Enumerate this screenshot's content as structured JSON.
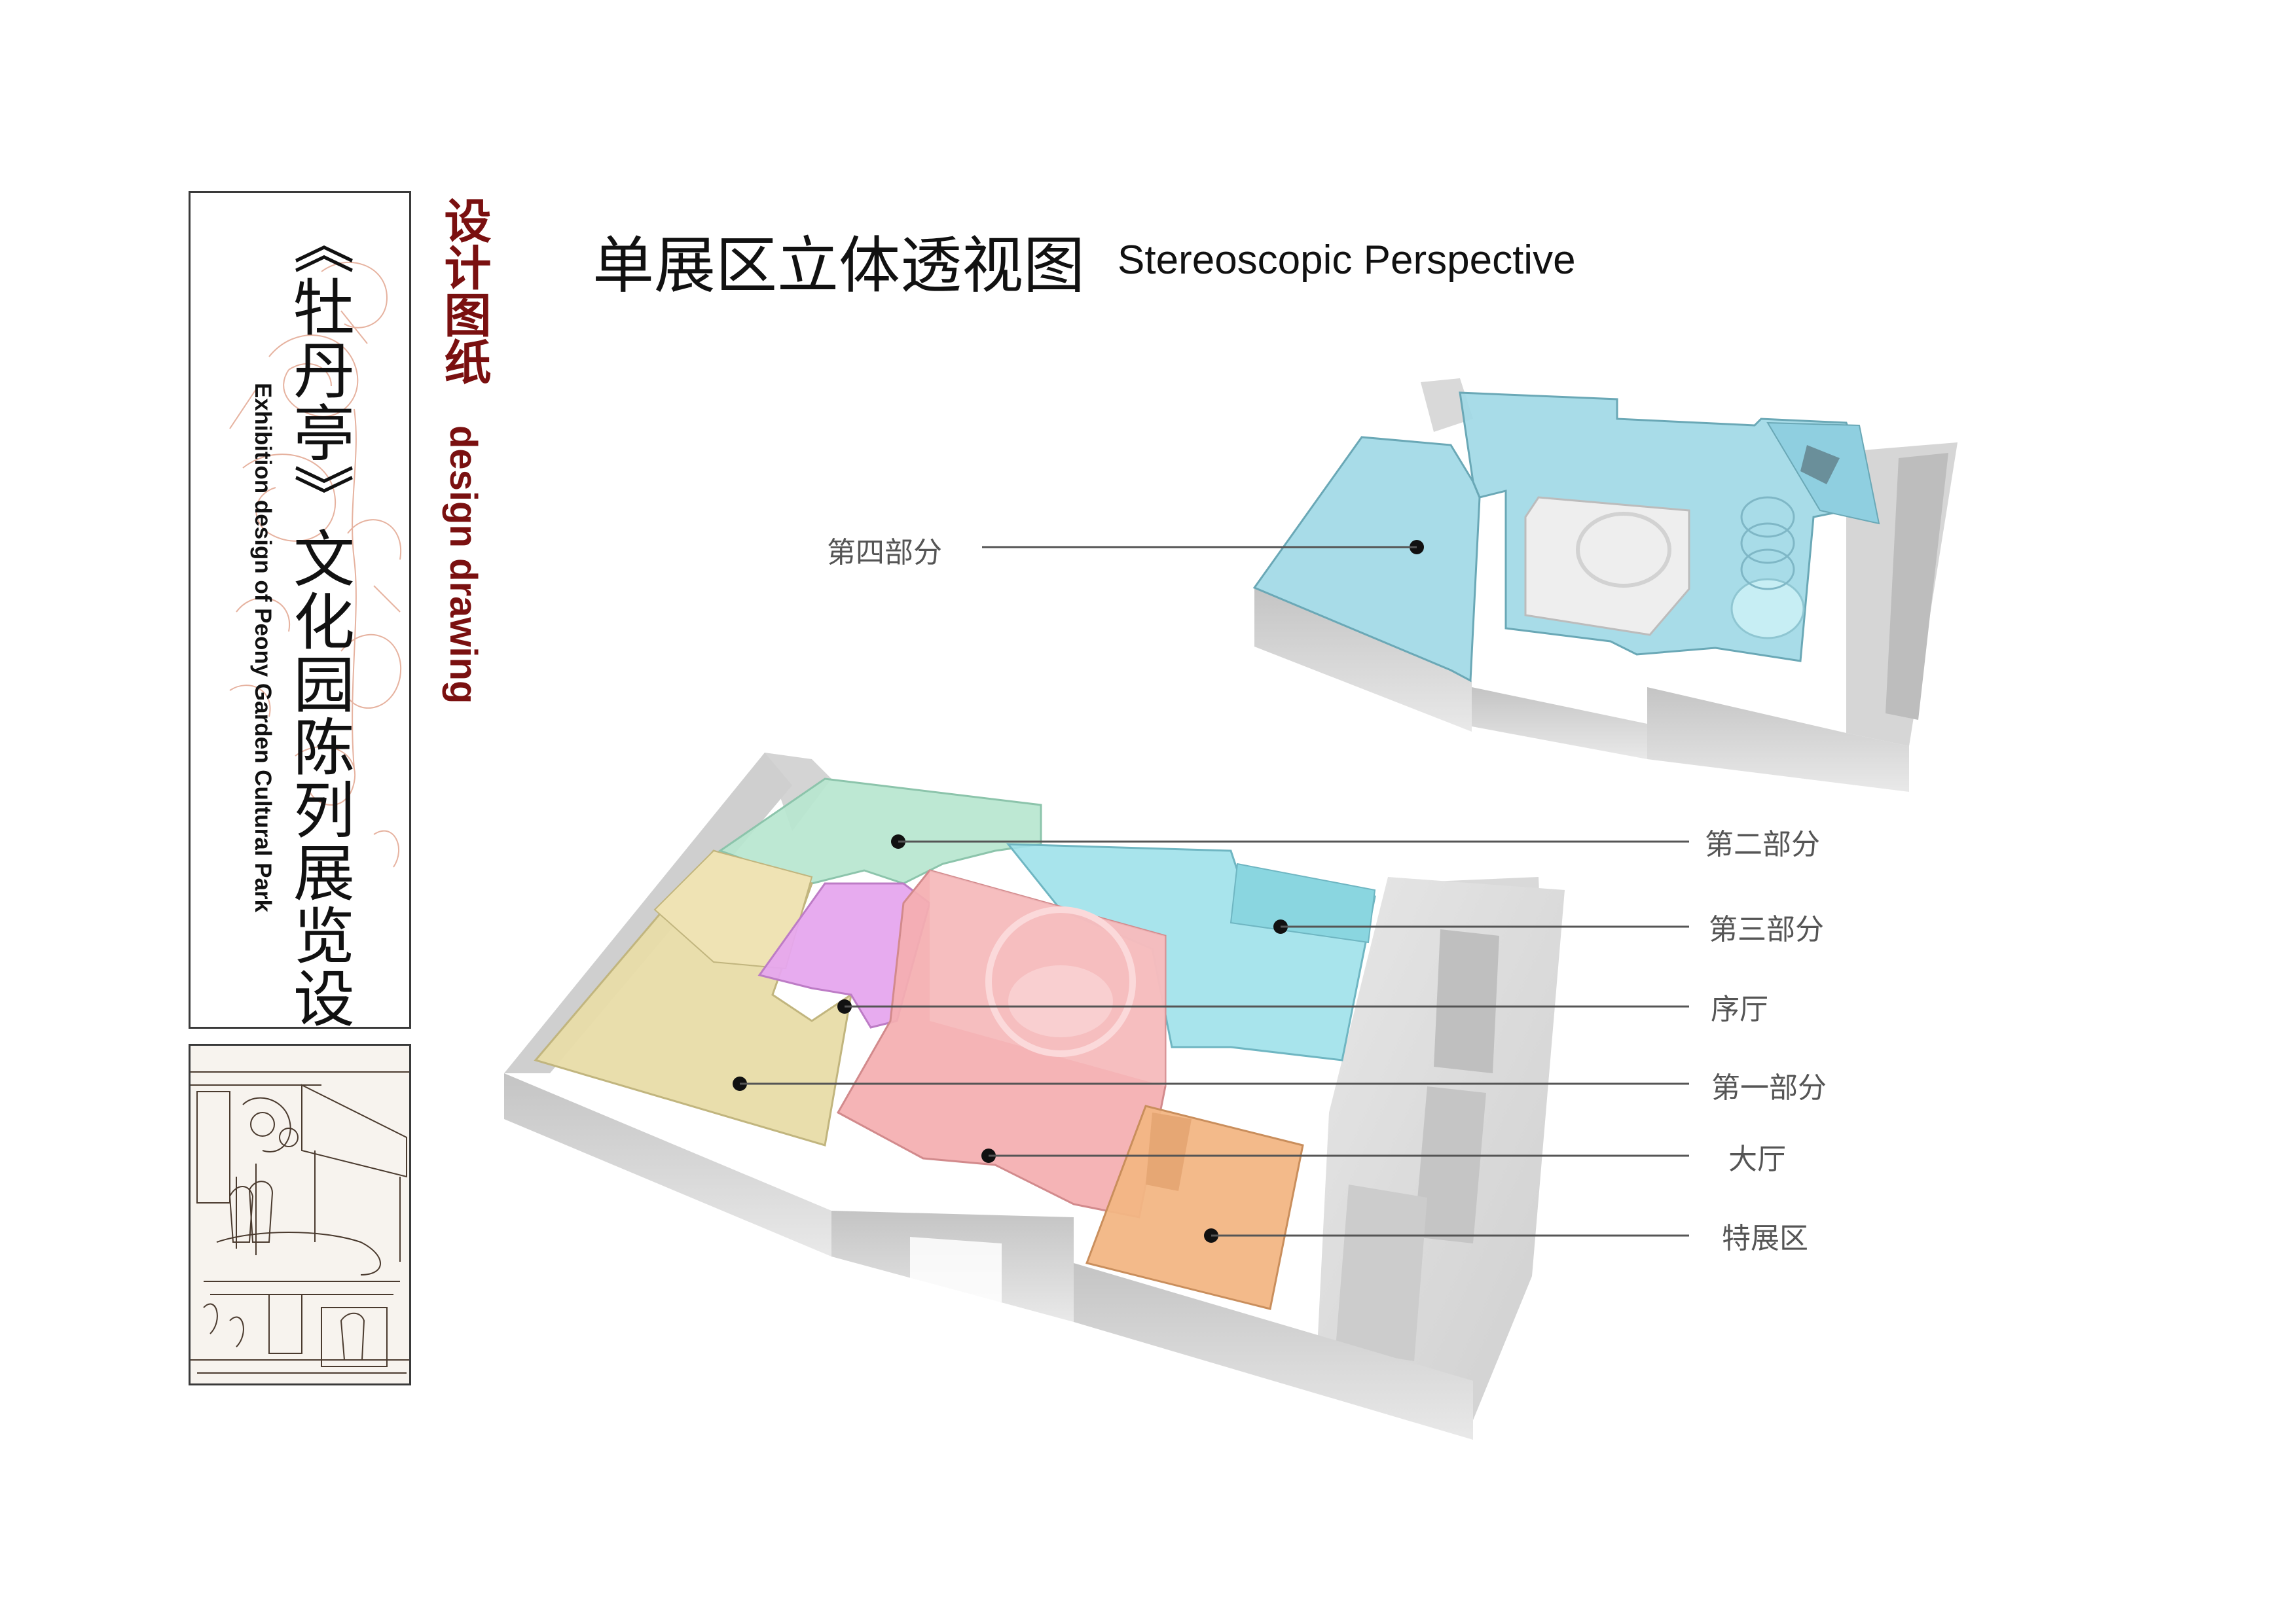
{
  "sidebar": {
    "title_cn": "《牡丹亭》文化园陈列展览设计",
    "title_en": "Exhibition design of Peony Garden Cultural Park",
    "section_cn": "设计图纸",
    "section_en": "design drawing"
  },
  "header": {
    "title_cn": "单展区立体透视图",
    "title_en": "Stereoscopic Perspective"
  },
  "callouts": {
    "part4": "第四部分",
    "part2": "第二部分",
    "part3": "第三部分",
    "prelude_hall": "序厅",
    "part1": "第一部分",
    "main_hall": "大厅",
    "special_area": "特展区"
  },
  "zone_colors": {
    "part1": "#e8dca8",
    "part2": "#b7e6cf",
    "part3": "#9fe1ea",
    "prelude_hall": "#e6a6ee",
    "main_hall": "#f4aeb0",
    "special_area": "#f2b684",
    "part4": "#9fd8e6",
    "accent": "#7a1010"
  }
}
